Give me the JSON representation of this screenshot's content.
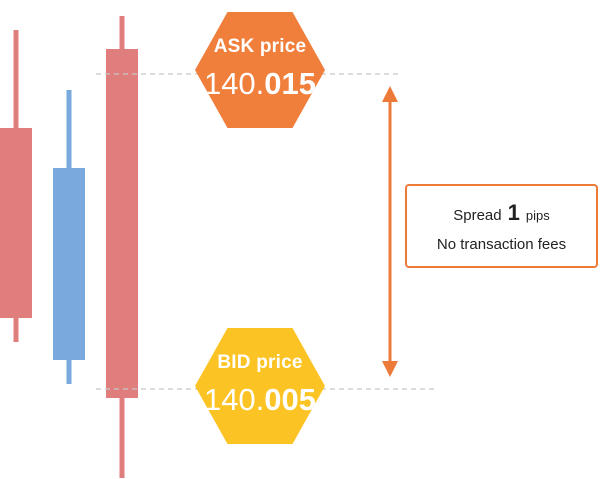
{
  "colors": {
    "ask": "#f07f3c",
    "bid": "#fbc323",
    "accent": "#ec7b3a",
    "candle_red": "#e07e7e",
    "candle_blue": "#7aa9de",
    "guide_line": "#c8c8c8"
  },
  "ask": {
    "label": "ASK price",
    "price_main": "140.",
    "price_decimal": "015"
  },
  "bid": {
    "label": "BID price",
    "price_main": "140.",
    "price_decimal": "005"
  },
  "spread": {
    "prefix": "Spread",
    "value": "1",
    "unit": "pips",
    "note": "No transaction fees"
  }
}
